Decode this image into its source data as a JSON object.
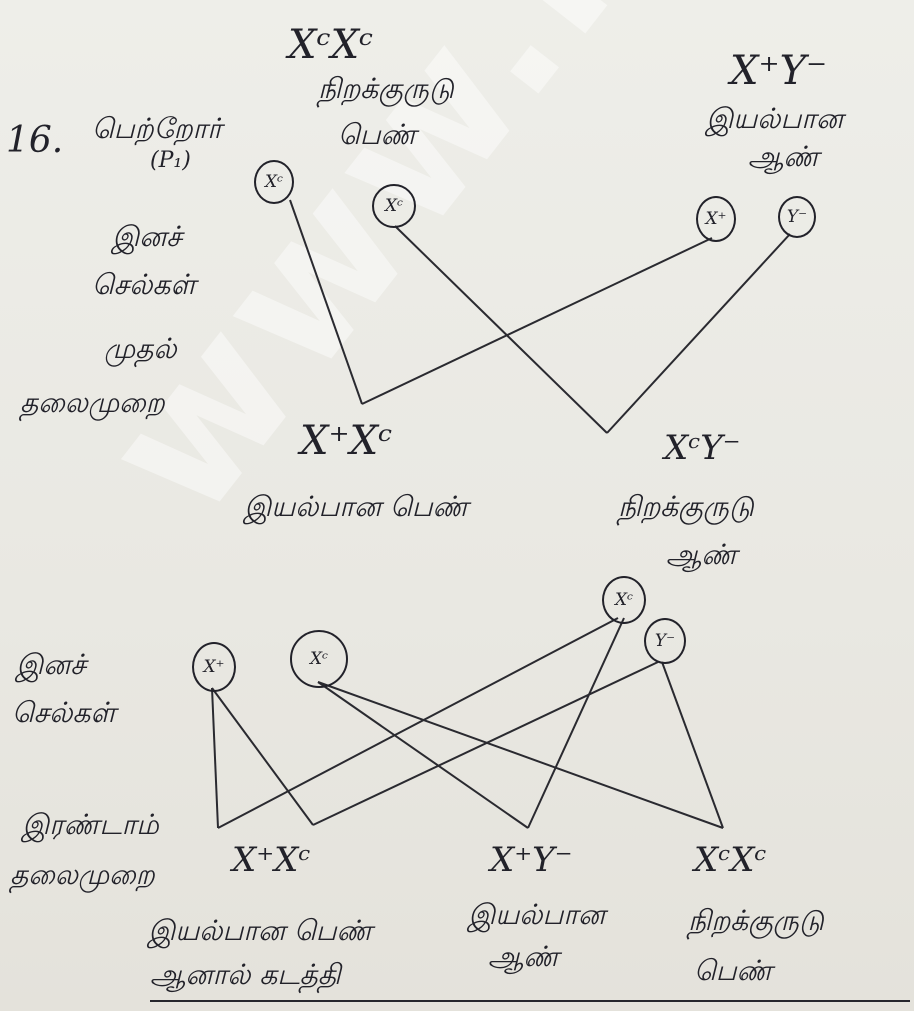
{
  "question_number": "16.",
  "parents": {
    "label": "பெற்றோர்",
    "label_sub": "(P₁)",
    "female": {
      "genotype": "XᶜXᶜ",
      "desc_1": "நிறக்குருடு",
      "desc_2": "பெண்"
    },
    "male": {
      "genotype": "X⁺Y⁻",
      "desc_1": "இயல்பான",
      "desc_2": "ஆண்"
    }
  },
  "gametes_label": {
    "line1": "இனச்",
    "line2": "செல்கள்"
  },
  "first_generation_label": {
    "line1": "முதல்",
    "line2": "தலைமுறை"
  },
  "gen1_gametes": [
    "Xᶜ",
    "Xᶜ",
    "X⁺",
    "Y⁻"
  ],
  "f1": {
    "left": {
      "genotype": "X⁺Xᶜ",
      "desc_1": "இயல்பான பெண்"
    },
    "right": {
      "genotype": "XᶜY⁻",
      "desc_1": "நிறக்குருடு",
      "desc_2": "ஆண்"
    }
  },
  "gametes2_label": {
    "line1": "இனச்",
    "line2": "செல்கள்"
  },
  "gen2_gametes": [
    "X⁺",
    "Xᶜ",
    "Xᶜ",
    "Y⁻"
  ],
  "second_generation_label": {
    "line1": "இரண்டாம்",
    "line2": "தலைமுறை"
  },
  "f2": [
    {
      "genotype": "X⁺Xᶜ",
      "desc_1": "இயல்பான பெண்",
      "desc_2": "ஆனால் கடத்தி"
    },
    {
      "genotype": "X⁺Y⁻",
      "desc_1": "இயல்பான",
      "desc_2": "ஆண்"
    },
    {
      "genotype": "XᶜXᶜ",
      "desc_1": "நிறக்குருடு",
      "desc_2": "பெண்"
    }
  ],
  "watermark": "www.Pada"
}
